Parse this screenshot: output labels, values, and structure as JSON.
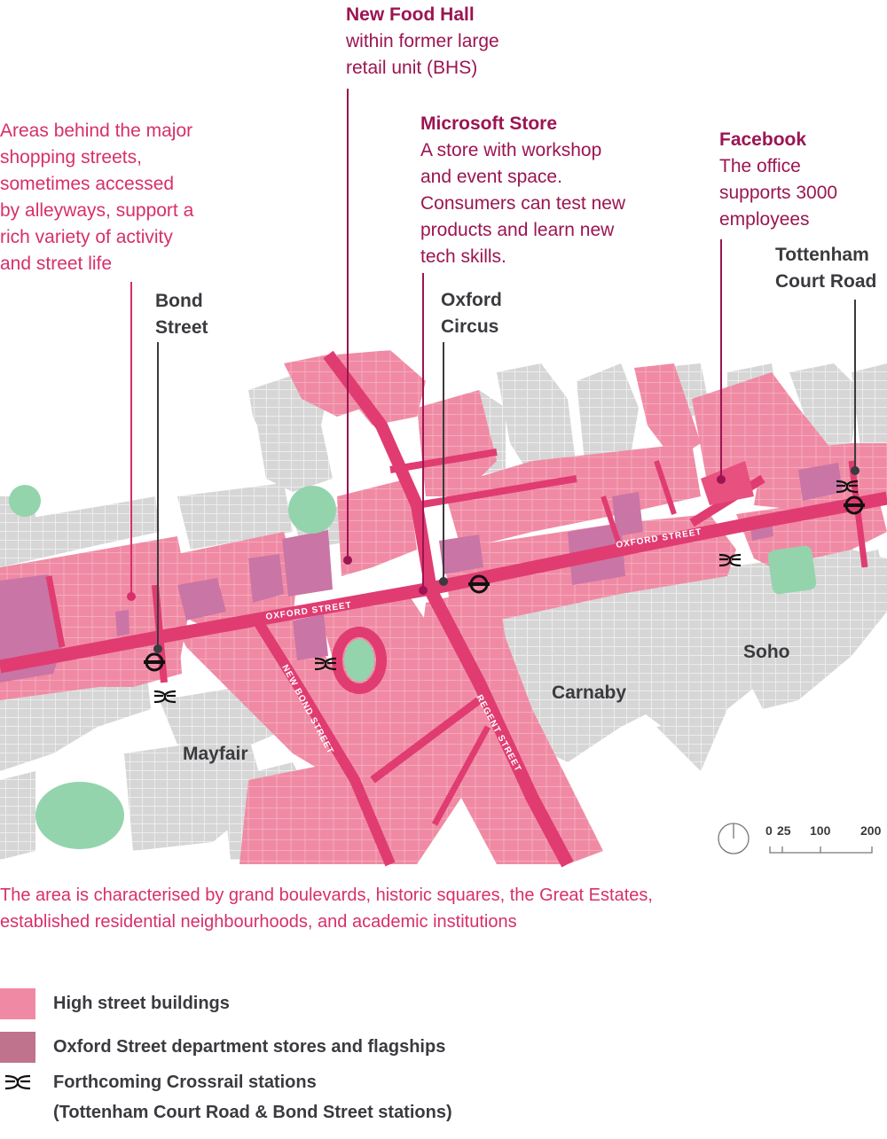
{
  "colors": {
    "high_street": "#f08aa4",
    "department_stores": "#c975a6",
    "roads": "#e03c72",
    "other_buildings": "#d6d6d6",
    "parks": "#93d4ad",
    "callout_maroon": "#9b1552",
    "note_pink": "#d72f6b",
    "label_dark": "#3a3a3f",
    "legend_dept_swatch": "#c0738c"
  },
  "callouts": {
    "food_hall": {
      "title": "New Food Hall",
      "lines": [
        "within former large",
        "retail unit (BHS)"
      ]
    },
    "microsoft": {
      "title": "Microsoft Store",
      "lines": [
        "A store with workshop",
        "and event space.",
        "Consumers can test new",
        "products and learn new",
        "tech skills."
      ]
    },
    "facebook": {
      "title": "Facebook",
      "lines": [
        "The office",
        "supports 3000",
        "employees"
      ]
    },
    "back_areas": {
      "lines": [
        "Areas behind the major",
        "shopping streets,",
        "sometimes accessed",
        "by alleyways, support a",
        "rich variety of activity",
        "and street life"
      ]
    }
  },
  "stations": {
    "bond_street": [
      "Bond",
      "Street"
    ],
    "oxford_circus": [
      "Oxford",
      "Circus"
    ],
    "tottenham_court_road": [
      "Tottenham",
      "Court Road"
    ]
  },
  "street_labels": {
    "oxford_west": "OXFORD STREET",
    "oxford_east": "OXFORD STREET",
    "new_bond": "NEW BOND STREET",
    "regent": "REGENT STREET"
  },
  "districts": {
    "mayfair": "Mayfair",
    "carnaby": "Carnaby",
    "soho": "Soho"
  },
  "scale_bar": {
    "ticks": [
      "0",
      "25",
      "100",
      "200"
    ],
    "north_icon": "north-arrow-icon"
  },
  "caption": {
    "lines": [
      "The area is characterised by grand boulevards, historic squares, the Great Estates,",
      "established residential neighbourhoods, and academic institutions"
    ]
  },
  "legend": {
    "items": [
      {
        "label": "High street buildings",
        "icon": "pink-swatch"
      },
      {
        "label": "Oxford Street department stores and flagships",
        "icon": "mauve-swatch"
      },
      {
        "label": "Forthcoming Crossrail stations",
        "icon": "crossrail-icon"
      }
    ],
    "crossrail_note": "(Tottenham Court Road & Bond Street stations)"
  }
}
